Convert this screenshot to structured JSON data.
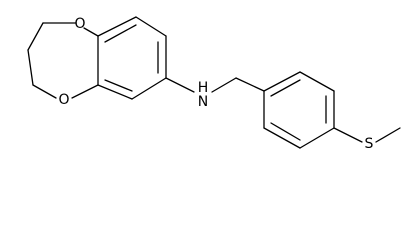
{
  "molecule": {
    "atoms": {
      "o_top": "O",
      "o_bottom": "O",
      "nh": "H",
      "nh_n": "N",
      "s": "S"
    }
  }
}
